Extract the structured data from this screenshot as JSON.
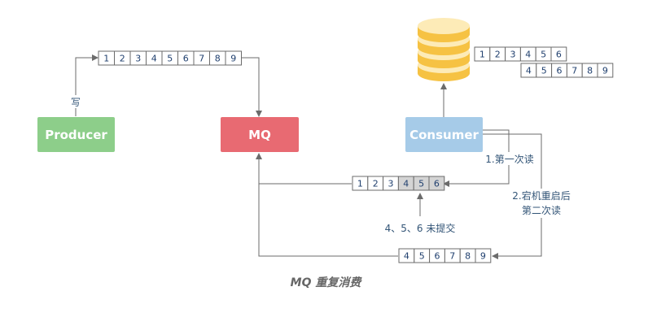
{
  "nodes": {
    "producer": {
      "label": "Producer",
      "color": "#8dce8a"
    },
    "mq": {
      "label": "MQ",
      "color": "#e86a72"
    },
    "consumer": {
      "label": "Consumer",
      "color": "#a6cbe8"
    }
  },
  "queues": {
    "top": [
      "1",
      "2",
      "3",
      "4",
      "5",
      "6",
      "7",
      "8",
      "9"
    ],
    "middle": [
      "1",
      "2",
      "3",
      "4",
      "5",
      "6"
    ],
    "bottom": [
      "4",
      "5",
      "6",
      "7",
      "8",
      "9"
    ],
    "db_row1": [
      "1",
      "2",
      "3",
      "4",
      "5",
      "6"
    ],
    "db_row2": [
      "4",
      "5",
      "6",
      "7",
      "8",
      "9"
    ]
  },
  "labels": {
    "write": "写",
    "first_read": "1.第一次读",
    "restart_line1": "2.宕机重启后",
    "restart_line2": "第二次读",
    "uncommitted": "4、5、6 未提交"
  },
  "caption": "MQ 重复消费",
  "colors": {
    "cell_highlight": "#d4d4d4",
    "db_gold": "#f6c243",
    "db_cream": "#fdebb7",
    "line": "#6b6b6b"
  }
}
